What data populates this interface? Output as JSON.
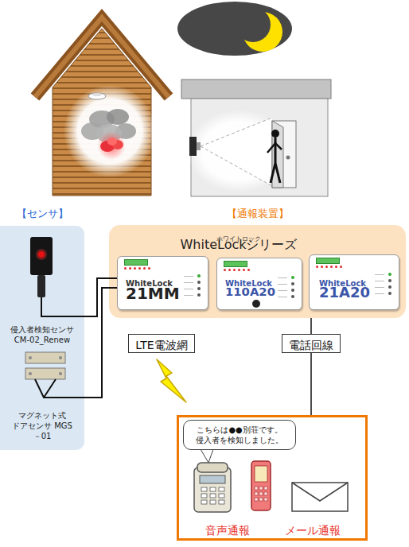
{
  "diagram": {
    "nodes": [
      {
        "text": [
          "【センサ】"
        ]
      },
      {
        "text": [
          "侵入者検知センサ CM-02_Renew"
        ],
        "in": 0
      },
      {
        "text": [
          "マグネット式 ドアセンサ MGS－01"
        ],
        "in": 0
      },
      {
        "text": [
          "【通報装置】",
          "ホワイトロック",
          "WhiteLockシリーズ"
        ]
      },
      {
        "text": [
          "WhiteLock",
          "21MM"
        ],
        "in": 3
      },
      {
        "text": [
          "WhiteLock",
          "110A20"
        ],
        "in": 3
      },
      {
        "text": [
          "WhiteLock",
          "21A20"
        ],
        "in": 3
      },
      {
        "text": [
          "LTE電波網"
        ]
      },
      {
        "text": [
          "電話回線"
        ]
      },
      {
        "text": [
          "音声通報",
          "メール通報"
        ]
      },
      {
        "text": [
          "こちらは●●別荘です。 侵入者を検知しました。"
        ],
        "in": 9
      }
    ],
    "edges": [
      {
        "from": 1,
        "to": 4,
        "arrow": "none"
      },
      {
        "from": 2,
        "to": 4,
        "arrow": "none"
      },
      {
        "from": 3,
        "to": 8,
        "arrow": "none"
      },
      {
        "from": 8,
        "to": 9,
        "arrow": "none"
      }
    ]
  }
}
